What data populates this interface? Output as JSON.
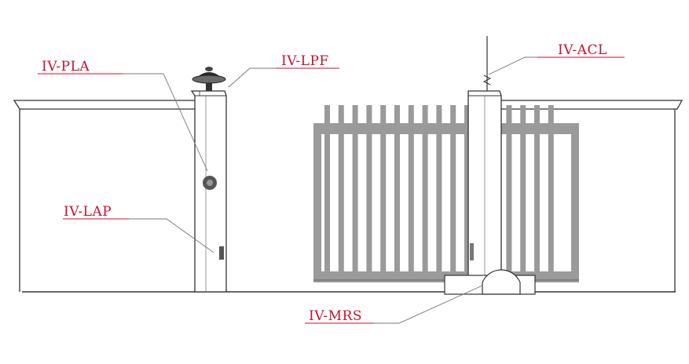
{
  "labels": {
    "pla": "IV-PLA",
    "lpf": "IV-LPF",
    "acl": "IV-ACL",
    "lap": "IV-LAP",
    "mrs": "IV-MRS"
  },
  "colors": {
    "label_text": "#c8102e",
    "label_underline": "#c8102e",
    "outline": "#333333",
    "gate_fill": "#9a9a9a",
    "leader_line": "#777777",
    "background": "#ffffff"
  },
  "icons": {
    "flashing_lamp": "warning-lamp-icon",
    "photocell": "photocell-icon",
    "antenna": "antenna-icon",
    "key_switch": "key-selector-icon",
    "motor": "gate-motor-icon"
  }
}
